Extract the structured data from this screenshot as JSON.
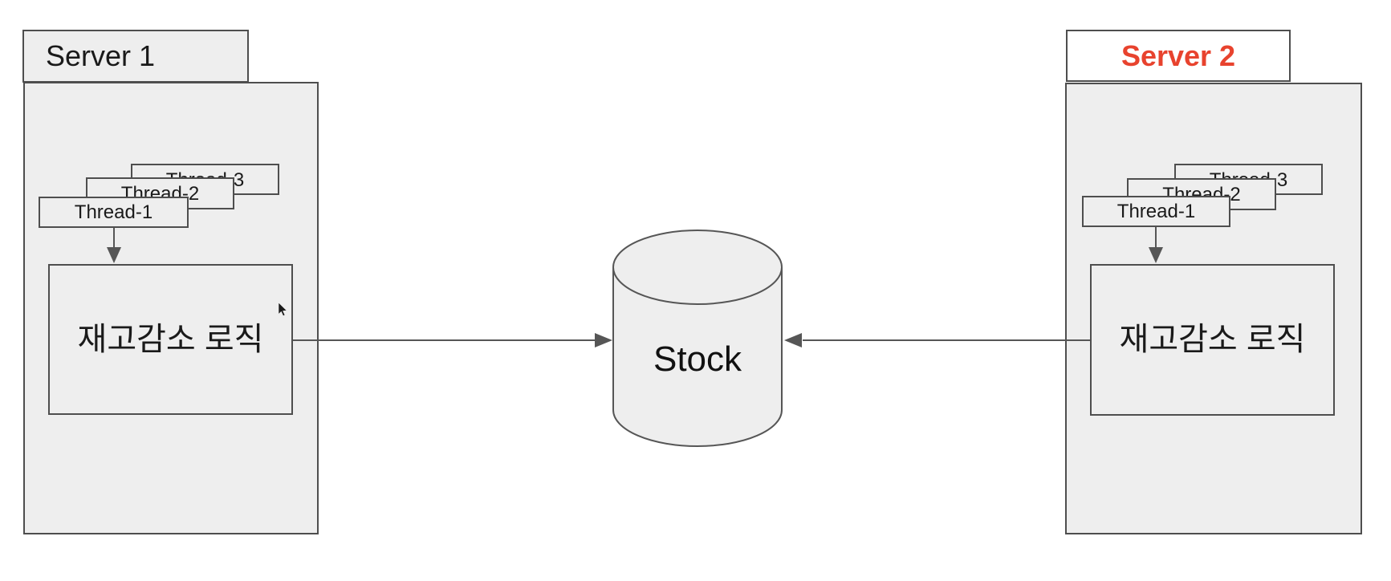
{
  "diagram": {
    "servers": [
      {
        "title": "Server 1",
        "threads": [
          "Thread-1",
          "Thread-2",
          "Thread-3"
        ],
        "logic_label": "재고감소 로직"
      },
      {
        "title": "Server 2",
        "threads": [
          "Thread-1",
          "Thread-2",
          "Thread-3"
        ],
        "logic_label": "재고감소 로직"
      }
    ],
    "database": {
      "label": "Stock"
    },
    "colors": {
      "box_fill": "#eeeeee",
      "box_border": "#4e4e4e",
      "connector_line": "#565656",
      "server2_title_fill": "#ffffff",
      "server2_title_text": "#e8432e"
    }
  }
}
